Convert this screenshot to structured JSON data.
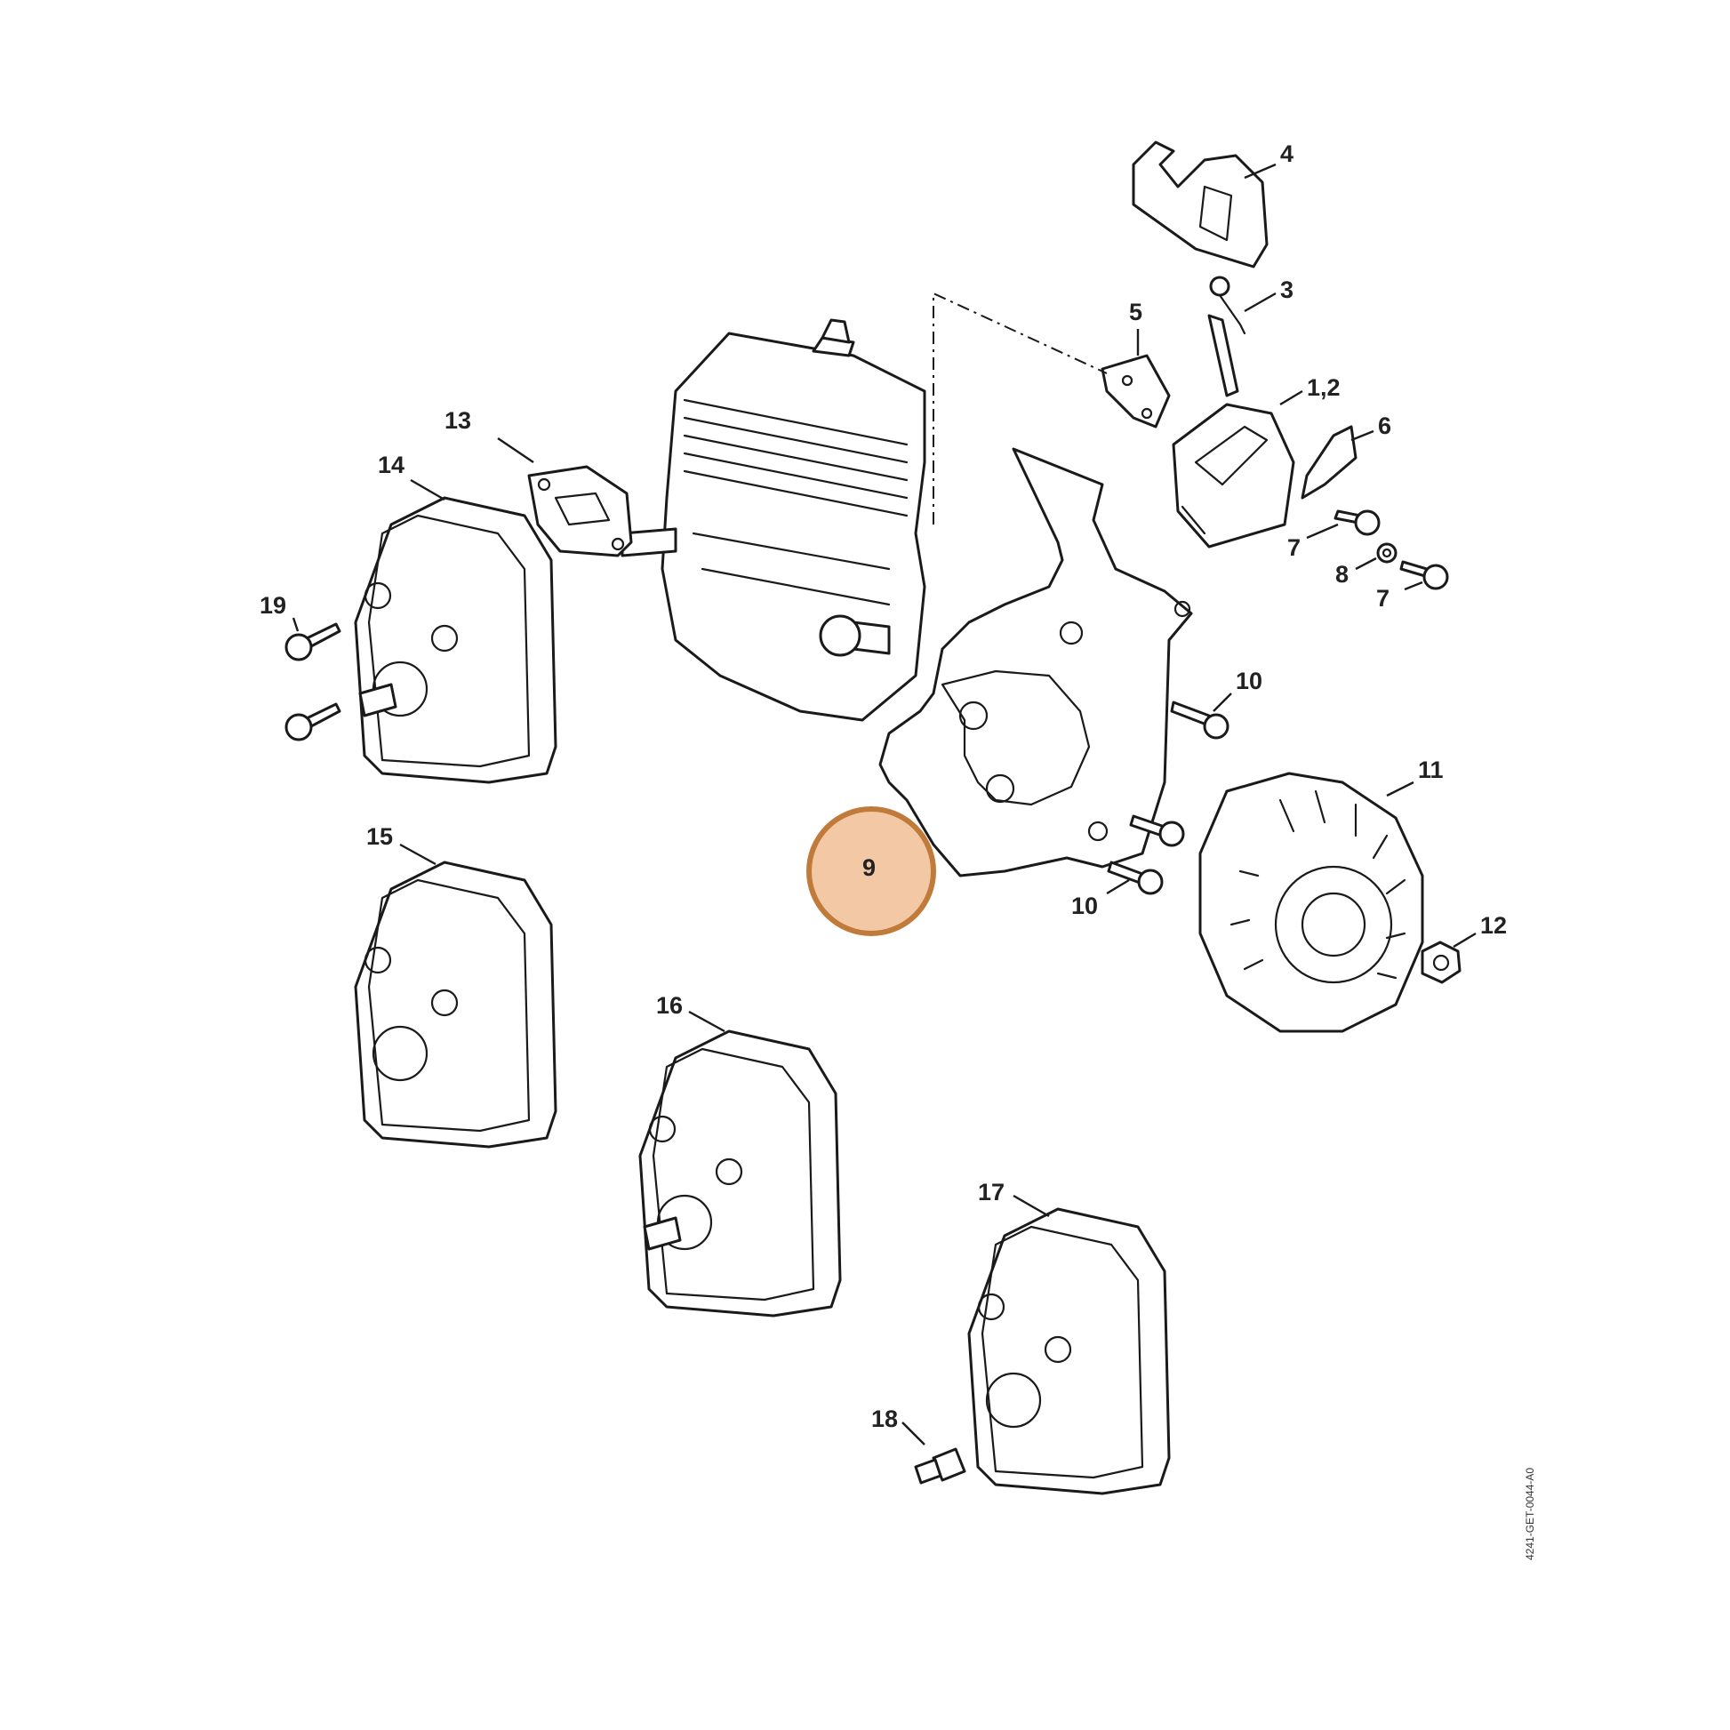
{
  "diagram": {
    "callouts": [
      {
        "id": "1,2",
        "label": "1,2"
      },
      {
        "id": "3",
        "label": "3"
      },
      {
        "id": "4",
        "label": "4"
      },
      {
        "id": "5",
        "label": "5"
      },
      {
        "id": "6",
        "label": "6"
      },
      {
        "id": "7a",
        "label": "7"
      },
      {
        "id": "7b",
        "label": "7"
      },
      {
        "id": "8",
        "label": "8"
      },
      {
        "id": "9",
        "label": "9"
      },
      {
        "id": "10a",
        "label": "10"
      },
      {
        "id": "10b",
        "label": "10"
      },
      {
        "id": "11",
        "label": "11"
      },
      {
        "id": "12",
        "label": "12"
      },
      {
        "id": "13",
        "label": "13"
      },
      {
        "id": "14",
        "label": "14"
      },
      {
        "id": "15",
        "label": "15"
      },
      {
        "id": "16",
        "label": "16"
      },
      {
        "id": "17",
        "label": "17"
      },
      {
        "id": "18",
        "label": "18"
      },
      {
        "id": "19",
        "label": "19"
      }
    ],
    "highlighted_part": "9",
    "highlight_color": "#f2c9a4",
    "highlight_border_color": "#c07a3a",
    "document_id": "4241-GET-0044-A0"
  }
}
